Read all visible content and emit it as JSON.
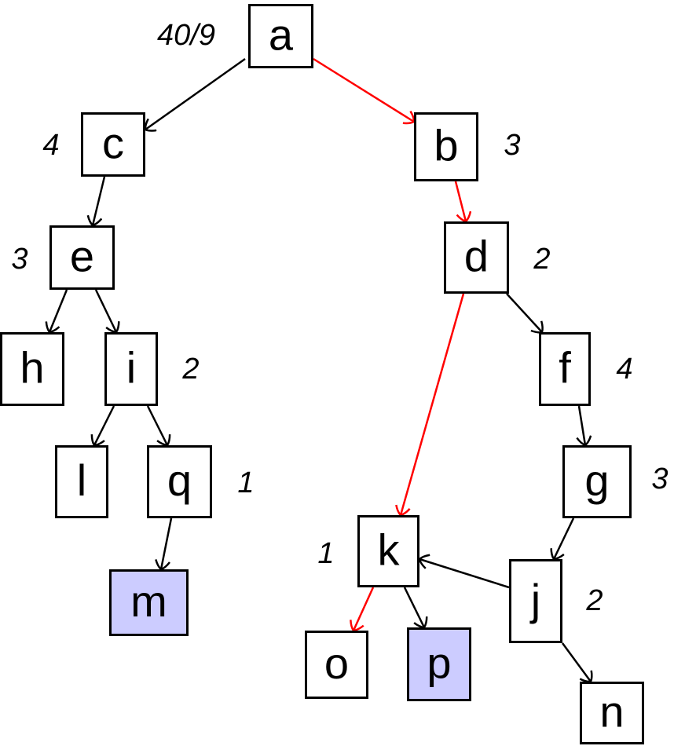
{
  "colors": {
    "edge": "#000000",
    "highlight_edge": "#ff0000",
    "highlight_node": "#ccccff",
    "node": "#ffffff"
  },
  "nodes": [
    {
      "id": "a",
      "label": "a",
      "weight": "40/9",
      "highlighted": false
    },
    {
      "id": "b",
      "label": "b",
      "weight": "3",
      "highlighted": false
    },
    {
      "id": "c",
      "label": "c",
      "weight": "4",
      "highlighted": false
    },
    {
      "id": "d",
      "label": "d",
      "weight": "2",
      "highlighted": false
    },
    {
      "id": "e",
      "label": "e",
      "weight": "3",
      "highlighted": false
    },
    {
      "id": "f",
      "label": "f",
      "weight": "4",
      "highlighted": false
    },
    {
      "id": "g",
      "label": "g",
      "weight": "3",
      "highlighted": false
    },
    {
      "id": "h",
      "label": "h",
      "weight": null,
      "highlighted": false
    },
    {
      "id": "i",
      "label": "i",
      "weight": "2",
      "highlighted": false
    },
    {
      "id": "j",
      "label": "j",
      "weight": "2",
      "highlighted": false
    },
    {
      "id": "k",
      "label": "k",
      "weight": "1",
      "highlighted": false
    },
    {
      "id": "l",
      "label": "l",
      "weight": null,
      "highlighted": false
    },
    {
      "id": "m",
      "label": "m",
      "weight": null,
      "highlighted": true
    },
    {
      "id": "n",
      "label": "n",
      "weight": null,
      "highlighted": false
    },
    {
      "id": "o",
      "label": "o",
      "weight": null,
      "highlighted": false
    },
    {
      "id": "p",
      "label": "p",
      "weight": null,
      "highlighted": true
    },
    {
      "id": "q",
      "label": "q",
      "weight": "1",
      "highlighted": false
    }
  ],
  "edges": [
    {
      "from": "a",
      "to": "c",
      "path": false
    },
    {
      "from": "a",
      "to": "b",
      "path": true
    },
    {
      "from": "c",
      "to": "e",
      "path": false
    },
    {
      "from": "b",
      "to": "d",
      "path": true
    },
    {
      "from": "e",
      "to": "h",
      "path": false
    },
    {
      "from": "e",
      "to": "i",
      "path": false
    },
    {
      "from": "d",
      "to": "k",
      "path": true
    },
    {
      "from": "d",
      "to": "f",
      "path": false
    },
    {
      "from": "i",
      "to": "l",
      "path": false
    },
    {
      "from": "i",
      "to": "q",
      "path": false
    },
    {
      "from": "f",
      "to": "g",
      "path": false
    },
    {
      "from": "q",
      "to": "m",
      "path": false
    },
    {
      "from": "g",
      "to": "j",
      "path": false
    },
    {
      "from": "j",
      "to": "k",
      "path": false
    },
    {
      "from": "k",
      "to": "o",
      "path": true
    },
    {
      "from": "k",
      "to": "p",
      "path": false
    },
    {
      "from": "j",
      "to": "n",
      "path": false
    }
  ]
}
